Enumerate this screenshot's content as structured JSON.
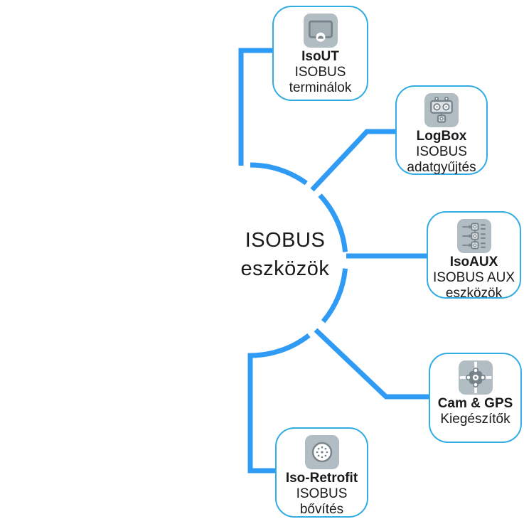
{
  "center": {
    "line1": "ISOBUS",
    "line2": "eszközök"
  },
  "cards": [
    {
      "id": "isout",
      "title": "IsoUT",
      "lines": [
        "ISOBUS",
        "terminálok"
      ],
      "icon": "terminal-icon"
    },
    {
      "id": "logbox",
      "title": "LogBox",
      "lines": [
        "ISOBUS",
        "adatgyűjtés"
      ],
      "icon": "data-logger-icon"
    },
    {
      "id": "isoaux",
      "title": "IsoAUX",
      "lines": [
        "ISOBUS AUX",
        "eszközök"
      ],
      "icon": "aux-controls-icon"
    },
    {
      "id": "camgps",
      "title": "Cam & GPS",
      "lines": [
        "Kiegészítők"
      ],
      "icon": "gps-cross-icon"
    },
    {
      "id": "isoretrofit",
      "title": "Iso-Retrofit",
      "lines": [
        "ISOBUS",
        "bővítés"
      ],
      "icon": "round-connector-icon"
    }
  ],
  "colors": {
    "connector_blue": "#2F9BF4",
    "card_border_blue": "#33ACE3",
    "icon_gray": "#B2BDC3",
    "icon_dark": "#77838A",
    "icon_light": "#DDE3E6",
    "text_color": "#1A1A1A"
  }
}
